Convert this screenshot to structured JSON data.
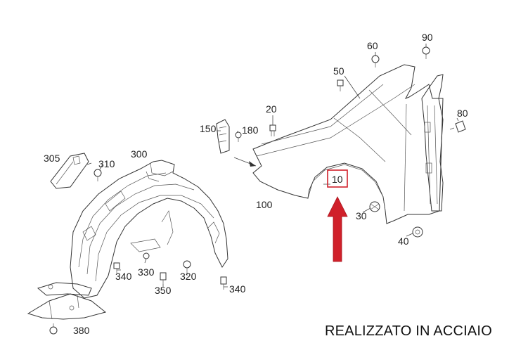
{
  "diagram": {
    "part_labels": {
      "p10": "10",
      "p20": "20",
      "p30": "30",
      "p40": "40",
      "p50": "50",
      "p60": "60",
      "p80": "80",
      "p90": "90",
      "p100": "100",
      "p150": "150",
      "p180": "180",
      "p300": "300",
      "p305": "305",
      "p310": "310",
      "p320": "320",
      "p330": "330",
      "p340a": "340",
      "p340b": "340",
      "p350": "350",
      "p380": "380"
    },
    "highlight_color": "#d0202a",
    "arrow_color": "#d0202a"
  },
  "caption": "REALIZZATO IN ACCIAIO"
}
